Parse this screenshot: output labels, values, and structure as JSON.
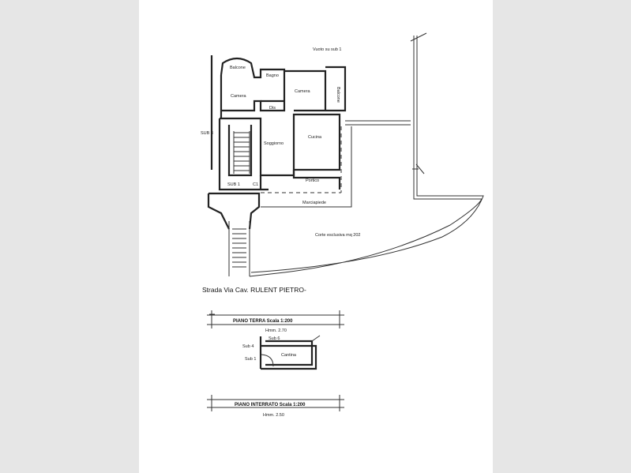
{
  "plan": {
    "top_note": "Vuoto su sub 1",
    "rooms": {
      "balcone_1": "Balcone",
      "bagno": "Bagno",
      "camera_1": "Camera",
      "camera_2": "Camera",
      "dis": "Dis",
      "balcone_2": "Balcone",
      "sub3": "SUB 3",
      "soggiorno": "Soggiorno",
      "cucina": "Cucina",
      "sub1": "SUB 1",
      "c1": "C1",
      "portico": "Portico",
      "marciapiede": "Marciapiede",
      "corte": "Corte esclusiva mq 202"
    },
    "street": "Strada Via Cav. RULENT PIETRO-",
    "ground_floor": {
      "title": "PIANO TERRA  Scala 1:200",
      "height": "Hmm. 2.70"
    },
    "basement_rooms": {
      "sub4": "Sub 4",
      "sub6": "Sub 6",
      "sub1": "Sub 1",
      "cantina": "Cantina"
    },
    "basement": {
      "title": "PIANO INTERRATO  Scala 1:200",
      "height": "Hmm. 2.50"
    }
  }
}
